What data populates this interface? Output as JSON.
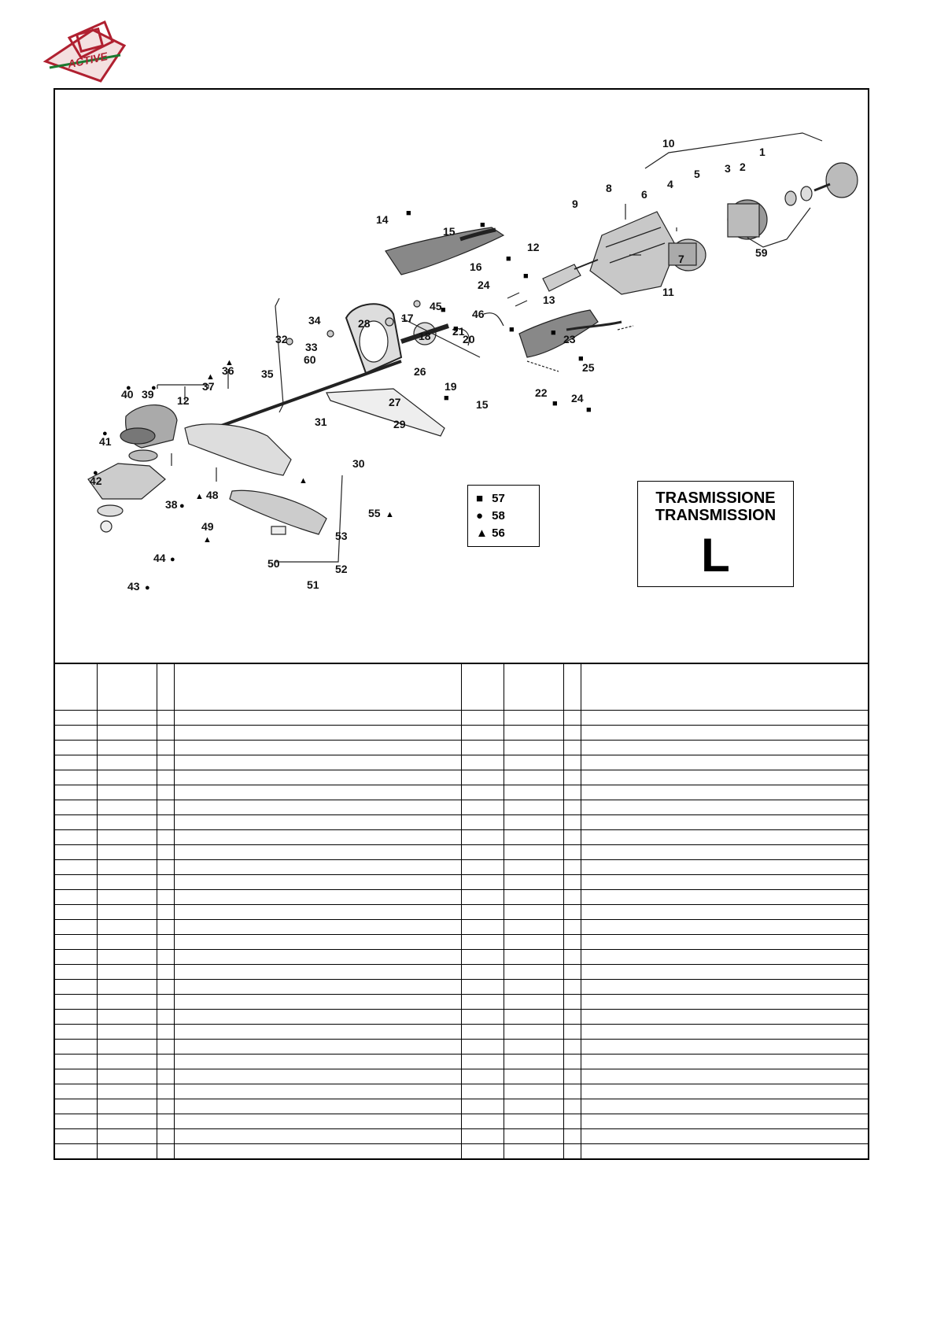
{
  "logo": {
    "text": "ACTIVE"
  },
  "diagram": {
    "callouts": [
      "1",
      "2",
      "3",
      "4",
      "5",
      "6",
      "7",
      "8",
      "9",
      "10",
      "11",
      "12",
      "13",
      "14",
      "15",
      "16",
      "24",
      "17",
      "45",
      "46",
      "21",
      "18",
      "20",
      "23",
      "25",
      "24",
      "22",
      "15",
      "19",
      "26",
      "27",
      "28",
      "34",
      "33",
      "60",
      "32",
      "35",
      "36",
      "37",
      "12",
      "40",
      "39",
      "41",
      "31",
      "29",
      "30",
      "42",
      "38",
      "48",
      "49",
      "55",
      "53",
      "52",
      "50",
      "51",
      "44",
      "43",
      "59"
    ],
    "group_label": {
      "line1": "TRASMISSIONE",
      "line2": "TRANSMISSION",
      "letter": "L"
    }
  },
  "legend": [
    {
      "symbol": "square",
      "glyph": "■",
      "value": "57"
    },
    {
      "symbol": "circle",
      "glyph": "●",
      "value": "58"
    },
    {
      "symbol": "triangle",
      "glyph": "▲",
      "value": "56"
    }
  ],
  "table": {
    "rows": 30
  }
}
